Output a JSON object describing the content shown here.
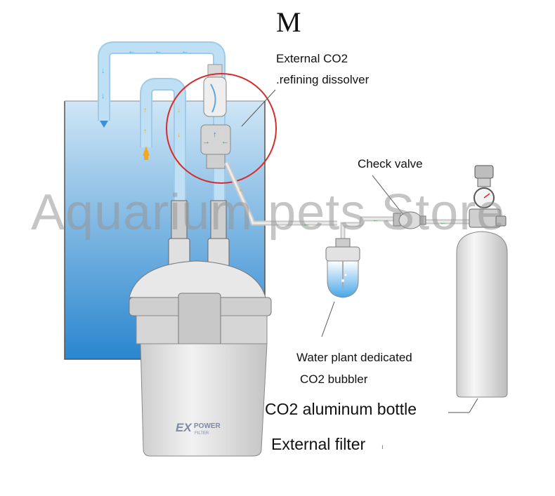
{
  "title": "M",
  "labels": {
    "co2_dissolver_line1": "External CO2",
    "co2_dissolver_line2": ".refining dissolver",
    "check_valve": "Check valve",
    "bubbler_line1": "Water plant dedicated",
    "bubbler_line2": "CO2 bubbler",
    "co2_bottle": "CO2 aluminum bottle",
    "external_filter": "External filter"
  },
  "filter_logo": {
    "brand": "EX",
    "text": "POWER",
    "subtext": "FILTER"
  },
  "watermark": "Aquarium pets Store",
  "colors": {
    "water_top": "#cfe6f6",
    "water_bottom": "#2a86cf",
    "pipe": "#bfe0f4",
    "highlight_circle": "#d62b2b",
    "arrow_up": "#f2a81d",
    "arrow_flow": "#5aa9e6",
    "co2_arrow": "#3aa24a",
    "filter_body": "#e6e6e6",
    "bottle": "#e4e4e4"
  }
}
